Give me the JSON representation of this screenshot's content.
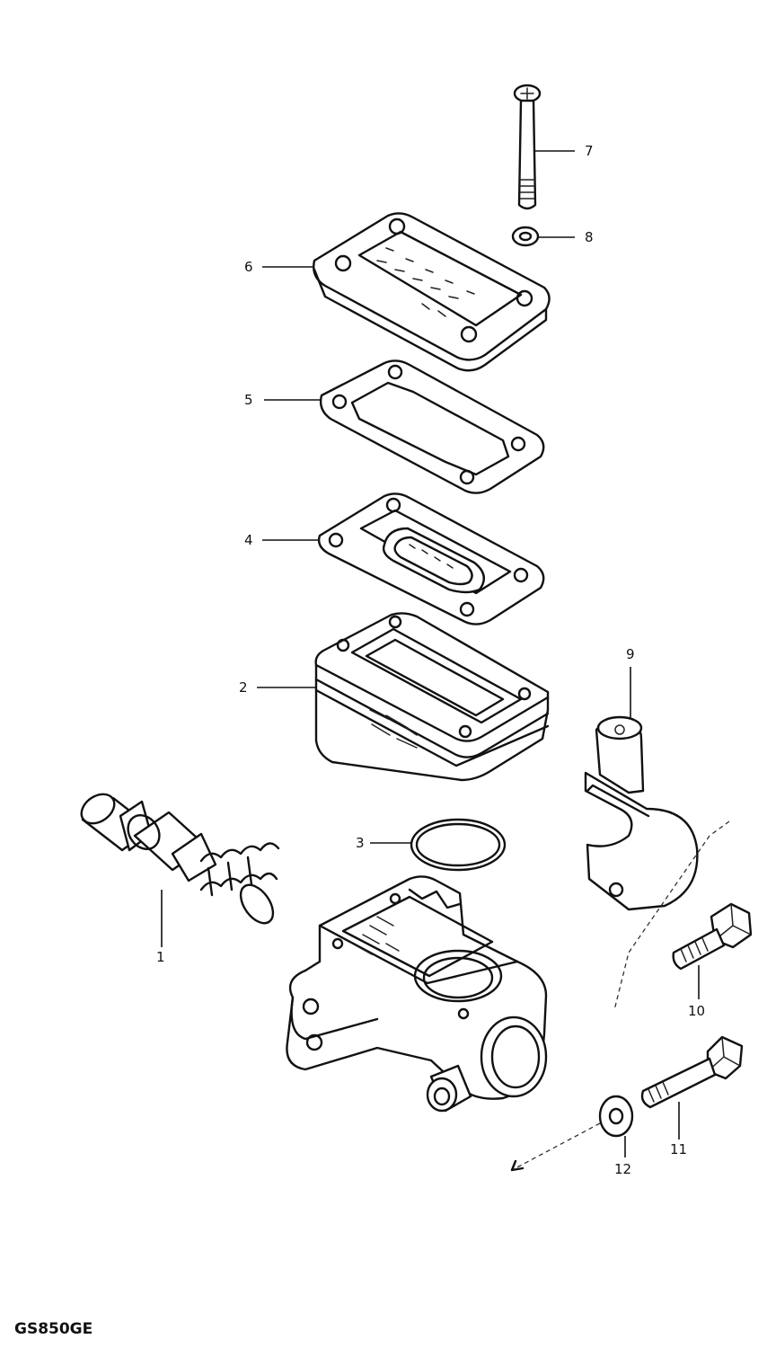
{
  "diagram_code": "GS850GE",
  "callouts": [
    {
      "id": "1",
      "label": "1"
    },
    {
      "id": "2",
      "label": "2"
    },
    {
      "id": "3",
      "label": "3"
    },
    {
      "id": "4",
      "label": "4"
    },
    {
      "id": "5",
      "label": "5"
    },
    {
      "id": "6",
      "label": "6"
    },
    {
      "id": "7",
      "label": "7"
    },
    {
      "id": "8",
      "label": "8"
    },
    {
      "id": "9",
      "label": "9"
    },
    {
      "id": "10",
      "label": "10"
    },
    {
      "id": "11",
      "label": "11"
    },
    {
      "id": "12",
      "label": "12"
    }
  ]
}
